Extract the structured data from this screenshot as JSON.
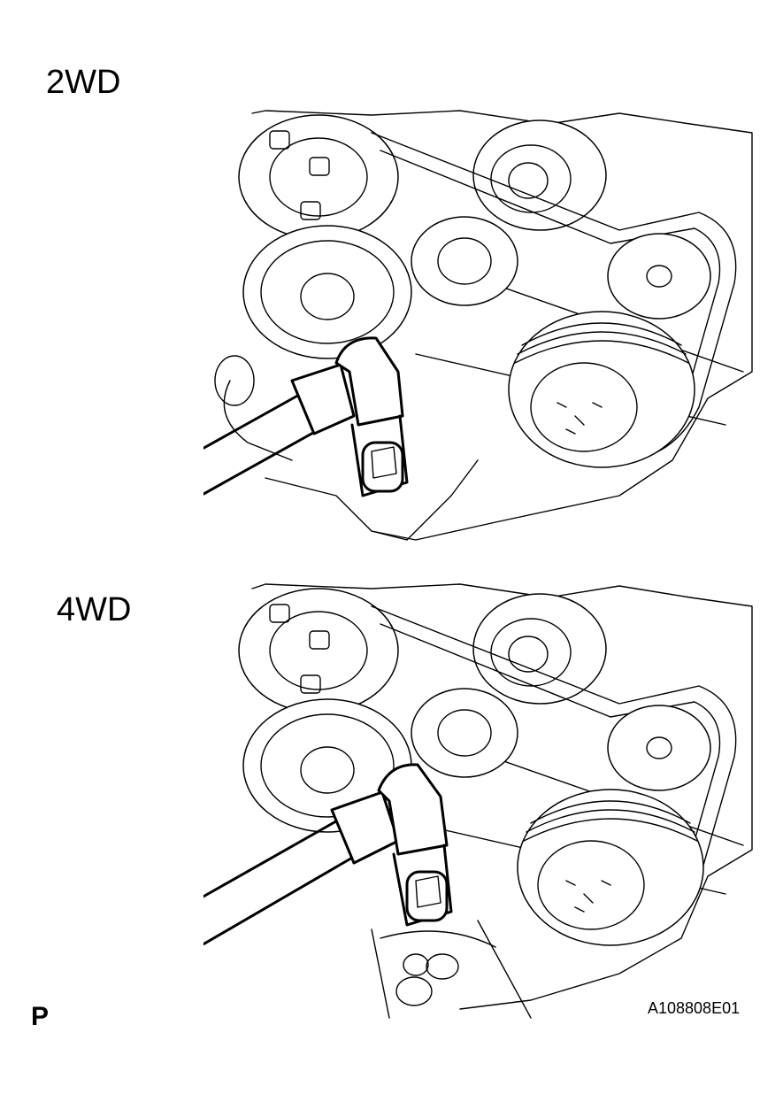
{
  "labels": {
    "view_2wd": "2WD",
    "view_4wd": "4WD",
    "p_marker": "P",
    "figure_code": "A108808E01"
  },
  "colors": {
    "line": "#000000",
    "background": "#ffffff"
  }
}
